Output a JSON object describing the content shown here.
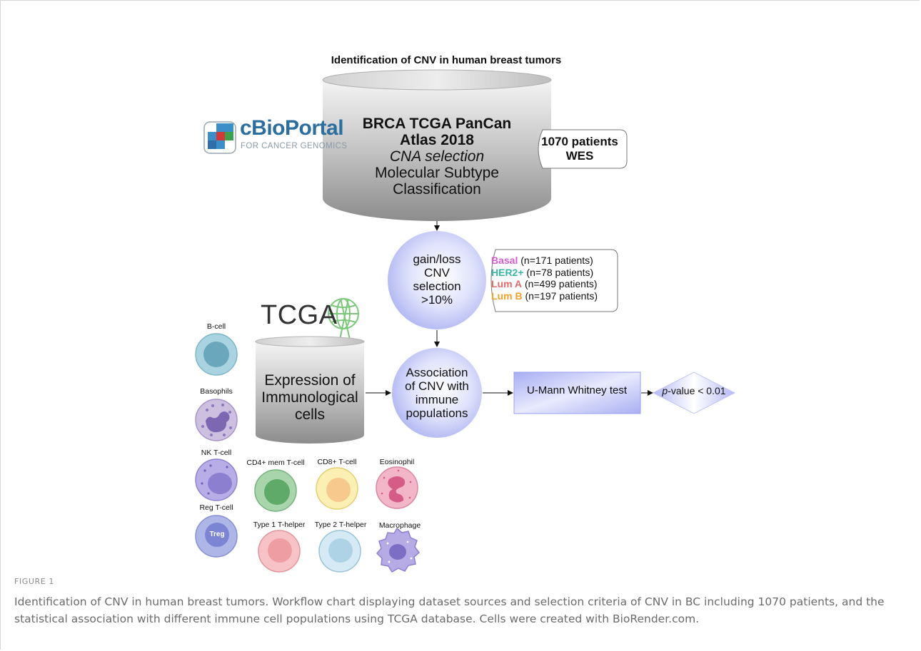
{
  "title": "Identification of CNV in human breast tumors",
  "cbioportal": {
    "name": "cBioPortal",
    "tagline": "FOR CANCER GENOMICS"
  },
  "tcga_logo": "TCGA",
  "database_cylinder": {
    "line1": "BRCA TCGA PanCan",
    "line2": "Atlas 2018",
    "line3": "CNA selection",
    "line4": "Molecular Subtype",
    "line5": "Classification"
  },
  "patients_box": {
    "line1": "1070 patients",
    "line2": "WES"
  },
  "selection_circle": {
    "line1": "gain/loss",
    "line2": "CNV",
    "line3": "selection",
    "line4": ">10%"
  },
  "subtypes": [
    {
      "name": "Basal",
      "count": "(n=171 patients)",
      "color": "#d45ed1"
    },
    {
      "name": "HER2+",
      "count": "(n=78 patients)",
      "color": "#3ab5a8"
    },
    {
      "name": "Lum A",
      "count": "(n=499 patients)",
      "color": "#e36a6a"
    },
    {
      "name": "Lum B",
      "count": "(n=197 patients)",
      "color": "#eea12b"
    }
  ],
  "expression_cylinder": {
    "line1": "Expression of",
    "line2": "Immunological",
    "line3": "cells"
  },
  "association_circle": {
    "line1": "Association",
    "line2": "of CNV with",
    "line3": "immune",
    "line4": "populations"
  },
  "test_box": "U-Mann Whitney test",
  "decision": {
    "prefix": "p",
    "rest": "-value < 0.01"
  },
  "cells": {
    "b_cell": "B-cell",
    "basophils": "Basophils",
    "nk_t_cell": "NK T-cell",
    "reg_t_cell": "Reg T-cell",
    "treg_mark": "Treg",
    "cd4": "CD4+ mem T-cell",
    "cd8": "CD8+ T-cell",
    "eosinophil": "Eosinophil",
    "th1": "Type 1 T-helper",
    "th2": "Type 2 T-helper",
    "macrophage": "Macrophage"
  },
  "figure_label": "FIGURE 1",
  "caption": "Identification of CNV in human breast tumors. Workflow chart displaying dataset sources and selection criteria of CNV in BC including 1070 patients, and the statistical association with different immune cell populations using TCGA database. Cells were created with BioRender.com."
}
